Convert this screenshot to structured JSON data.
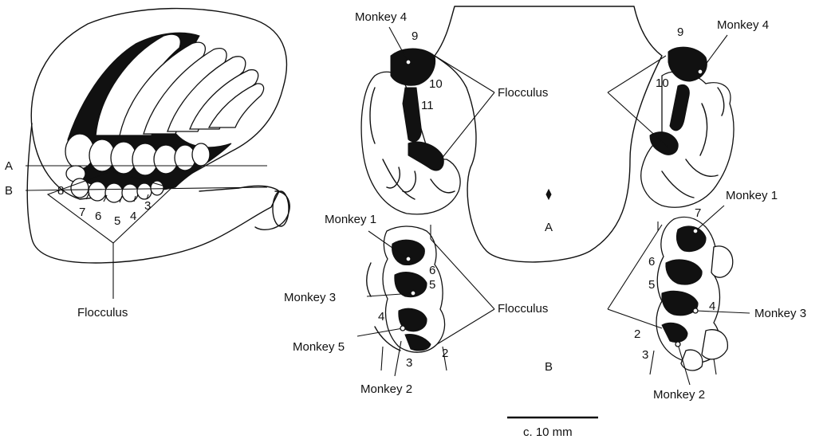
{
  "left_drawing": {
    "section_line_a": "A",
    "section_line_b": "B",
    "lobule_numbers": [
      "8",
      "7",
      "6",
      "5",
      "4",
      "3"
    ],
    "flocculus_label": "Flocculus"
  },
  "section_a": {
    "section_letter": "A",
    "flocculus_label": "Flocculus",
    "left_monkey_label": "Monkey 4",
    "left_lobule_numbers": [
      "9",
      "10",
      "11"
    ],
    "right_monkey_label": "Monkey 4",
    "right_lobule_numbers": [
      "9",
      "10"
    ]
  },
  "section_b": {
    "section_letter": "B",
    "flocculus_label": "Flocculus",
    "left_labels": [
      "Monkey 1",
      "Monkey 3",
      "Monkey 5",
      "Monkey 2"
    ],
    "left_lobule_numbers": [
      "6",
      "5",
      "4",
      "3",
      "2"
    ],
    "right_labels": [
      "Monkey 1",
      "Monkey 3",
      "Monkey 2"
    ],
    "right_lobule_numbers": [
      "7",
      "6",
      "5",
      "4",
      "2",
      "3"
    ]
  },
  "scale_bar": {
    "label": "c. 10 mm"
  }
}
